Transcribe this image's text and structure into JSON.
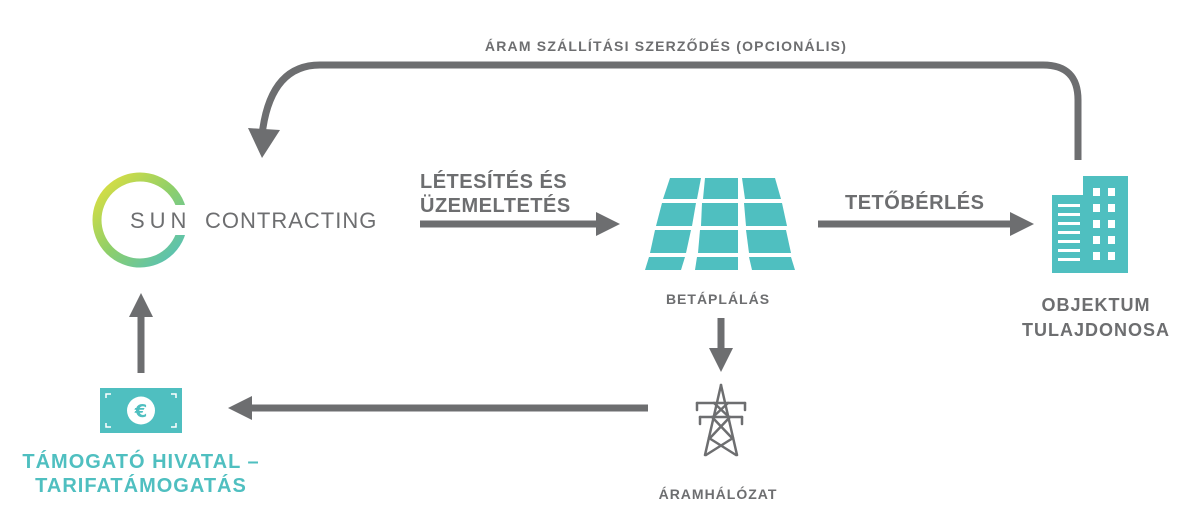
{
  "labels": {
    "ppa": "ÁRAM SZÁLLÍTÁSI SZERZŐDÉS (OPCIONÁLIS)",
    "install_line1": "LÉTESÍTÉS ÉS",
    "install_line2": "ÜZEMELTETÉS",
    "roof_lease": "TETŐBÉRLÉS",
    "feed_in": "BETÁPLÁLÁS",
    "owner_line1": "OBJEKTUM",
    "owner_line2": "TULAJDONOSA",
    "grid": "ÁRAMHÁLÓZAT",
    "support_line1": "TÁMOGATÓ HIVATAL –",
    "support_line2": "TARIFATÁMOGATÁS"
  },
  "logo": {
    "sun": "SUN",
    "contracting": "CONTRACTING"
  },
  "icons": {
    "solar_panel": "solar-panel-icon",
    "building": "building-icon",
    "euro_note": "euro-banknote-icon",
    "pylon": "power-pylon-icon"
  },
  "colors": {
    "accent_teal": "#4fbfc0",
    "text_grey": "#6d6e70",
    "logo_yellow": "#e4e03c",
    "logo_green": "#8ecf6a"
  }
}
